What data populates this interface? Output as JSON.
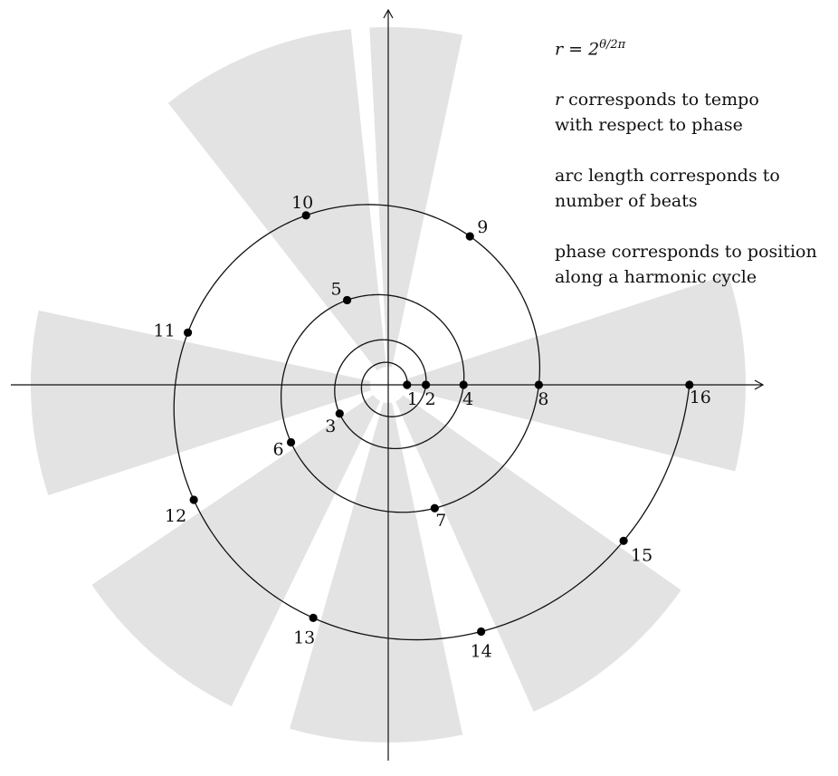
{
  "diagram": {
    "formula": {
      "lhs": "r",
      "eq": "=",
      "base": "2",
      "exp": "θ/2π"
    },
    "notes": [
      {
        "lines": [
          "r corresponds to tempo",
          "with respect to phase"
        ]
      },
      {
        "lines": [
          "arc length corresponds to",
          "number of beats"
        ]
      },
      {
        "lines": [
          "phase corresponds to position",
          "along a harmonic cycle"
        ]
      }
    ],
    "points": [
      {
        "label": "1",
        "r": 1
      },
      {
        "label": "2",
        "r": 2
      },
      {
        "label": "3",
        "r": 3
      },
      {
        "label": "4",
        "r": 4
      },
      {
        "label": "5",
        "r": 5
      },
      {
        "label": "6",
        "r": 6
      },
      {
        "label": "7",
        "r": 7
      },
      {
        "label": "8",
        "r": 8
      },
      {
        "label": "9",
        "r": 9
      },
      {
        "label": "10",
        "r": 10
      },
      {
        "label": "11",
        "r": 11
      },
      {
        "label": "12",
        "r": 12
      },
      {
        "label": "13",
        "r": 13
      },
      {
        "label": "14",
        "r": 14
      },
      {
        "label": "15",
        "r": 15
      },
      {
        "label": "16",
        "r": 16
      }
    ],
    "colors": {
      "sector": "#e3e3e3",
      "line": "#111111",
      "point": "#000000"
    }
  }
}
